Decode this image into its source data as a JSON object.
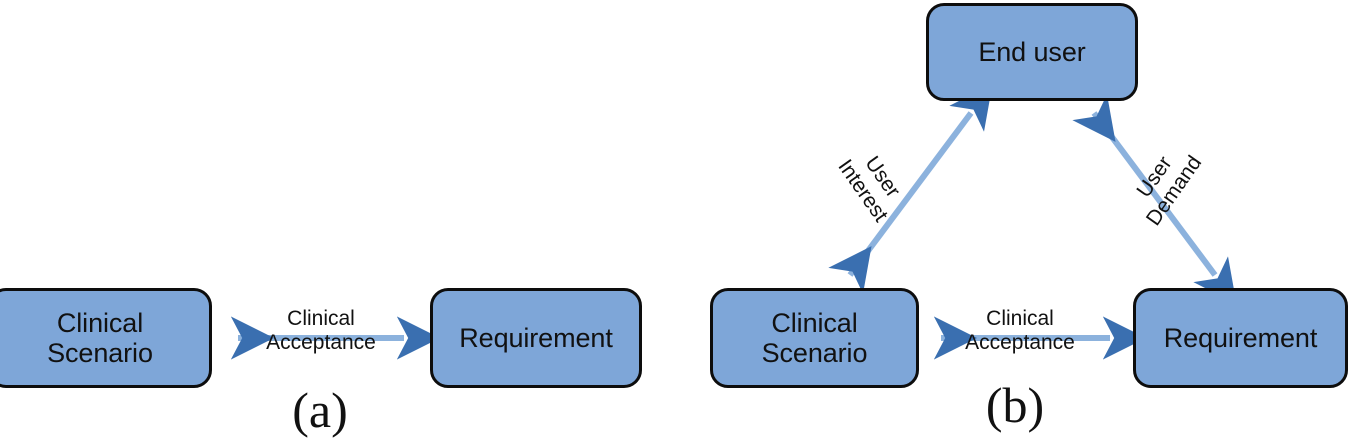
{
  "figure": {
    "background_color": "#ffffff",
    "box_fill_color": "#7ea6d8",
    "box_border_color": "#0d0d0d",
    "arrow_shaft_color": "#8cb2dd",
    "arrow_head_color": "#3a6fb0",
    "text_color": "#111111"
  },
  "panel_a": {
    "caption": "(a)",
    "nodes": {
      "scenario": "Clinical\nScenario",
      "requirement": "Requirement"
    },
    "edges": {
      "acceptance": "Clinical\nAcceptance"
    }
  },
  "panel_b": {
    "caption": "(b)",
    "nodes": {
      "enduser": "End user",
      "scenario": "Clinical\nScenario",
      "requirement": "Requirement"
    },
    "edges": {
      "acceptance": "Clinical\nAcceptance",
      "interest": "User\nInterest",
      "demand": "User\nDemand"
    }
  }
}
